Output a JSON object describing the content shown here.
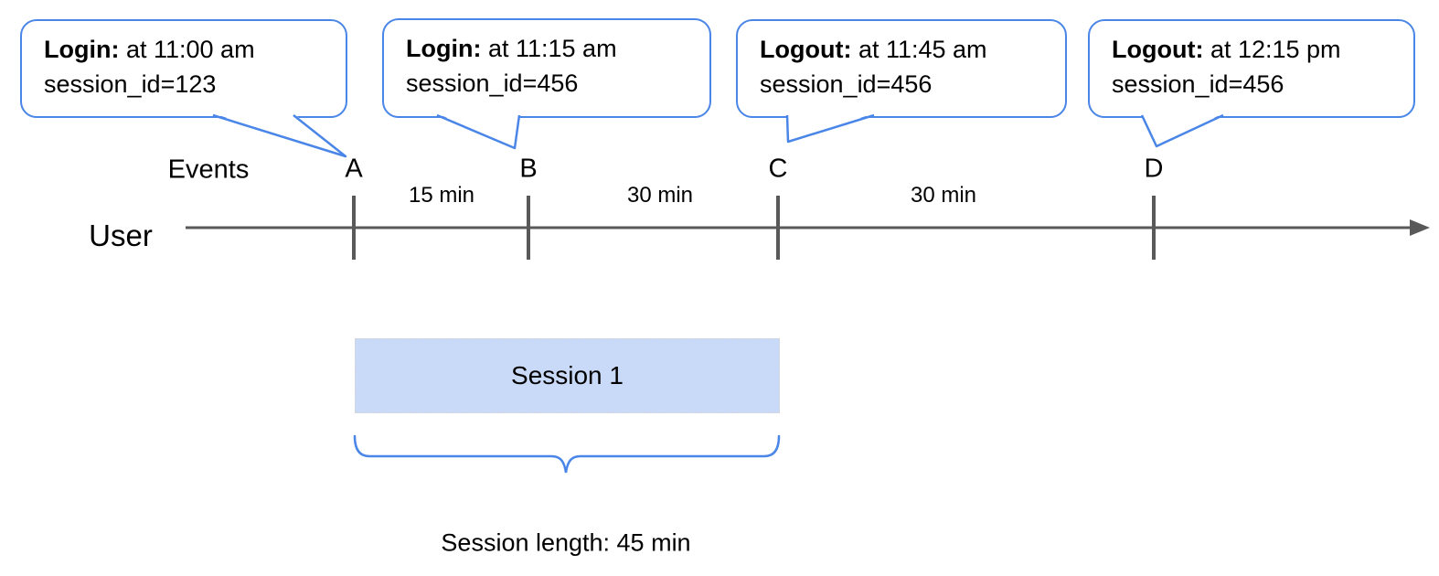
{
  "diagram": {
    "title_semantics": "User session timeline",
    "bubbles": [
      {
        "bold": "Login:",
        "rest": " at 11:00 am",
        "line2": "session_id=123"
      },
      {
        "bold": "Login:",
        "rest": " at 11:15 am",
        "line2": "session_id=456"
      },
      {
        "bold": "Logout:",
        "rest": " at 11:45 am",
        "line2": "session_id=456"
      },
      {
        "bold": "Logout:",
        "rest": " at 12:15 pm",
        "line2": "session_id=456"
      }
    ],
    "events_label": "Events",
    "user_label": "User",
    "event_markers": [
      "A",
      "B",
      "C",
      "D"
    ],
    "intervals": [
      "15 min",
      "30 min",
      "30 min"
    ],
    "session_box_label": "Session 1",
    "session_length_label": "Session length: 45 min",
    "colors": {
      "bubble_border": "#4a86e8",
      "brace": "#4a86e8",
      "session_fill": "#c9daf8",
      "timeline": "#595959",
      "text": "#000000",
      "background": "#ffffff"
    }
  }
}
